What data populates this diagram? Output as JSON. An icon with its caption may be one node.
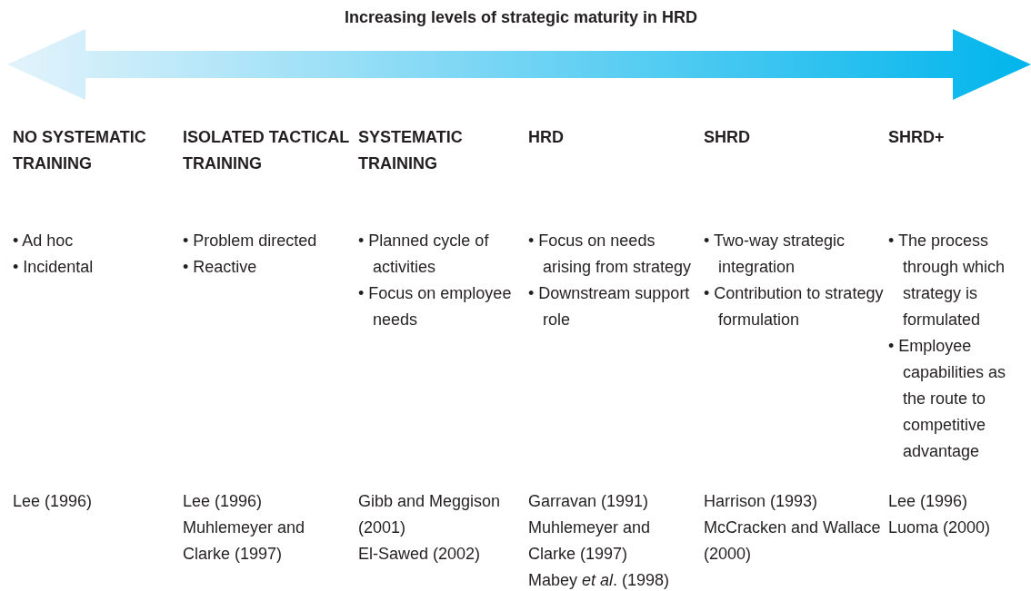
{
  "diagram": {
    "title": "Increasing levels of strategic maturity in HRD",
    "labels": [
      "NO SYSTEMATIC TRAINING",
      "ISOLATED TACTICAL TRAINING",
      "SYSTEMATIC TRAINING",
      "HRD",
      "SHRD",
      "SHRD+",
      "• Ad hoc",
      "• Incidental",
      "• Problem directed",
      "• Reactive",
      "• Planned cycle of activities",
      "• Focus on employee needs",
      "• Focus on needs arising from strategy",
      "• Downstream support role",
      "• Two-way strategic integration",
      "• Contribution to strategy formulation",
      "• The process through which strategy is formulated",
      "• Employee capabilities as the route to competitive advantage",
      "Lee (1996)",
      "Lee (1996)",
      "Muhlemeyer and Clarke (1997)",
      "Gibb and Meggison (2001)",
      "El-Sawed (2002)",
      "Garravan (1991)",
      "Muhlemeyer and Clarke (1997)",
      "Mabey *et al*. (1998)",
      "Harrison (1993)",
      "McCracken and Wallace (2000)",
      "Lee (1996)",
      "Luoma (2000)"
    ]
  }
}
